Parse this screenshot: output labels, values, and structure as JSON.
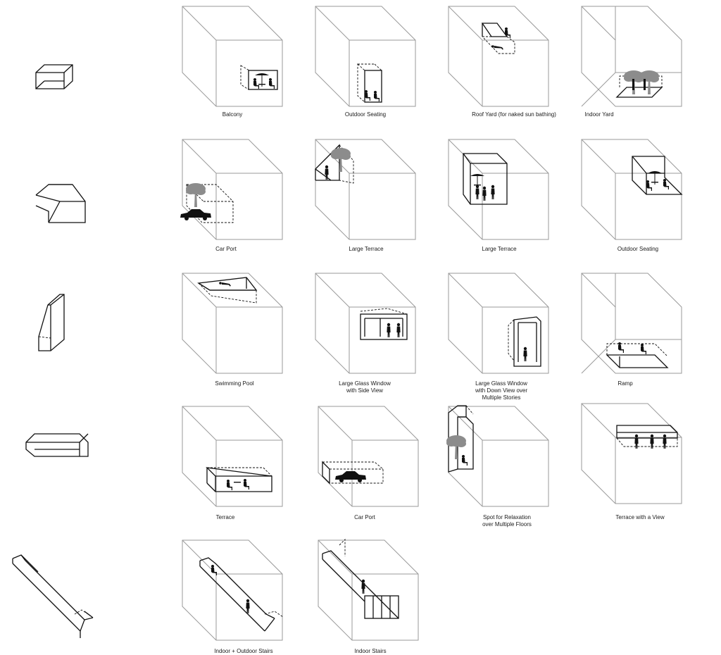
{
  "diagram": {
    "title": "",
    "cells": [
      {
        "id": "balcony",
        "label": [
          "Balcony"
        ]
      },
      {
        "id": "outdoor-seating-1",
        "label": [
          "Outdoor Seating"
        ]
      },
      {
        "id": "roof-yard",
        "label": [
          "Roof Yard (for naked sun bathing)"
        ]
      },
      {
        "id": "indoor-yard",
        "label": [
          "Indoor Yard"
        ]
      },
      {
        "id": "car-port-1",
        "label": [
          "Car Port"
        ]
      },
      {
        "id": "large-terrace-1",
        "label": [
          "Large Terrace"
        ]
      },
      {
        "id": "large-terrace-2",
        "label": [
          "Large Terrace"
        ]
      },
      {
        "id": "outdoor-seating-2",
        "label": [
          "Outdoor Seating"
        ]
      },
      {
        "id": "swimming-pool",
        "label": [
          "Swimming Pool"
        ]
      },
      {
        "id": "glass-side-view",
        "label": [
          "Large Glass Window",
          "with Side View"
        ]
      },
      {
        "id": "glass-down-view",
        "label": [
          "Large Glass Window",
          "with Down View over",
          "Multiple Stories"
        ]
      },
      {
        "id": "ramp",
        "label": [
          "Ramp"
        ]
      },
      {
        "id": "terrace",
        "label": [
          "Terrace"
        ]
      },
      {
        "id": "car-port-2",
        "label": [
          "Car Port"
        ]
      },
      {
        "id": "relaxation-spot",
        "label": [
          "Spot for Relaxation",
          "over Multiple Floors"
        ]
      },
      {
        "id": "terrace-view",
        "label": [
          "Terrace with a View"
        ]
      },
      {
        "id": "indoor-outdoor-stairs",
        "label": [
          "Indoor + Outdoor Stairs"
        ]
      },
      {
        "id": "indoor-stairs",
        "label": [
          "Indoor Stairs"
        ]
      }
    ],
    "row_typologies": [
      {
        "id": "box-open-front",
        "icon": "open-box-icon"
      },
      {
        "id": "cantilever-slab",
        "icon": "slab-icon"
      },
      {
        "id": "vertical-shaft",
        "icon": "shaft-icon"
      },
      {
        "id": "long-tray",
        "icon": "tray-icon"
      },
      {
        "id": "stair-flight",
        "icon": "stair-icon"
      }
    ]
  }
}
